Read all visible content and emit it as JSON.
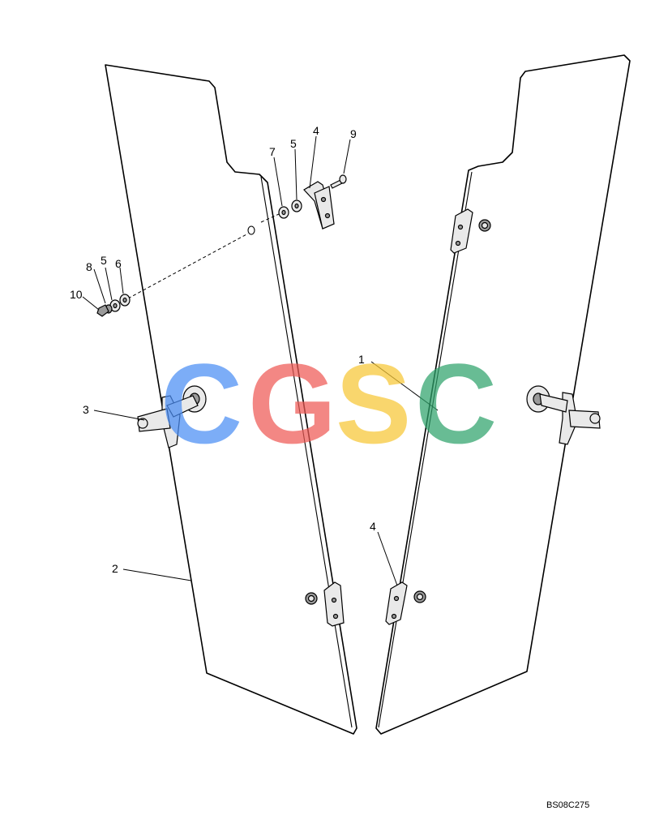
{
  "watermark": {
    "letters": [
      "C",
      "G",
      "S",
      "C"
    ],
    "colors": [
      "#4b8ef5",
      "#ef5a55",
      "#f7c735",
      "#2fa36b"
    ]
  },
  "callouts": [
    {
      "id": "label-1",
      "text": "1"
    },
    {
      "id": "label-2",
      "text": "2"
    },
    {
      "id": "label-3",
      "text": "3"
    },
    {
      "id": "label-4-top",
      "text": "4"
    },
    {
      "id": "label-4-bottom",
      "text": "4"
    },
    {
      "id": "label-5-top",
      "text": "5"
    },
    {
      "id": "label-5-left",
      "text": "5"
    },
    {
      "id": "label-6",
      "text": "6"
    },
    {
      "id": "label-7",
      "text": "7"
    },
    {
      "id": "label-8",
      "text": "8"
    },
    {
      "id": "label-9",
      "text": "9"
    },
    {
      "id": "label-10",
      "text": "10"
    }
  ],
  "drawing_code": "BS08C275"
}
